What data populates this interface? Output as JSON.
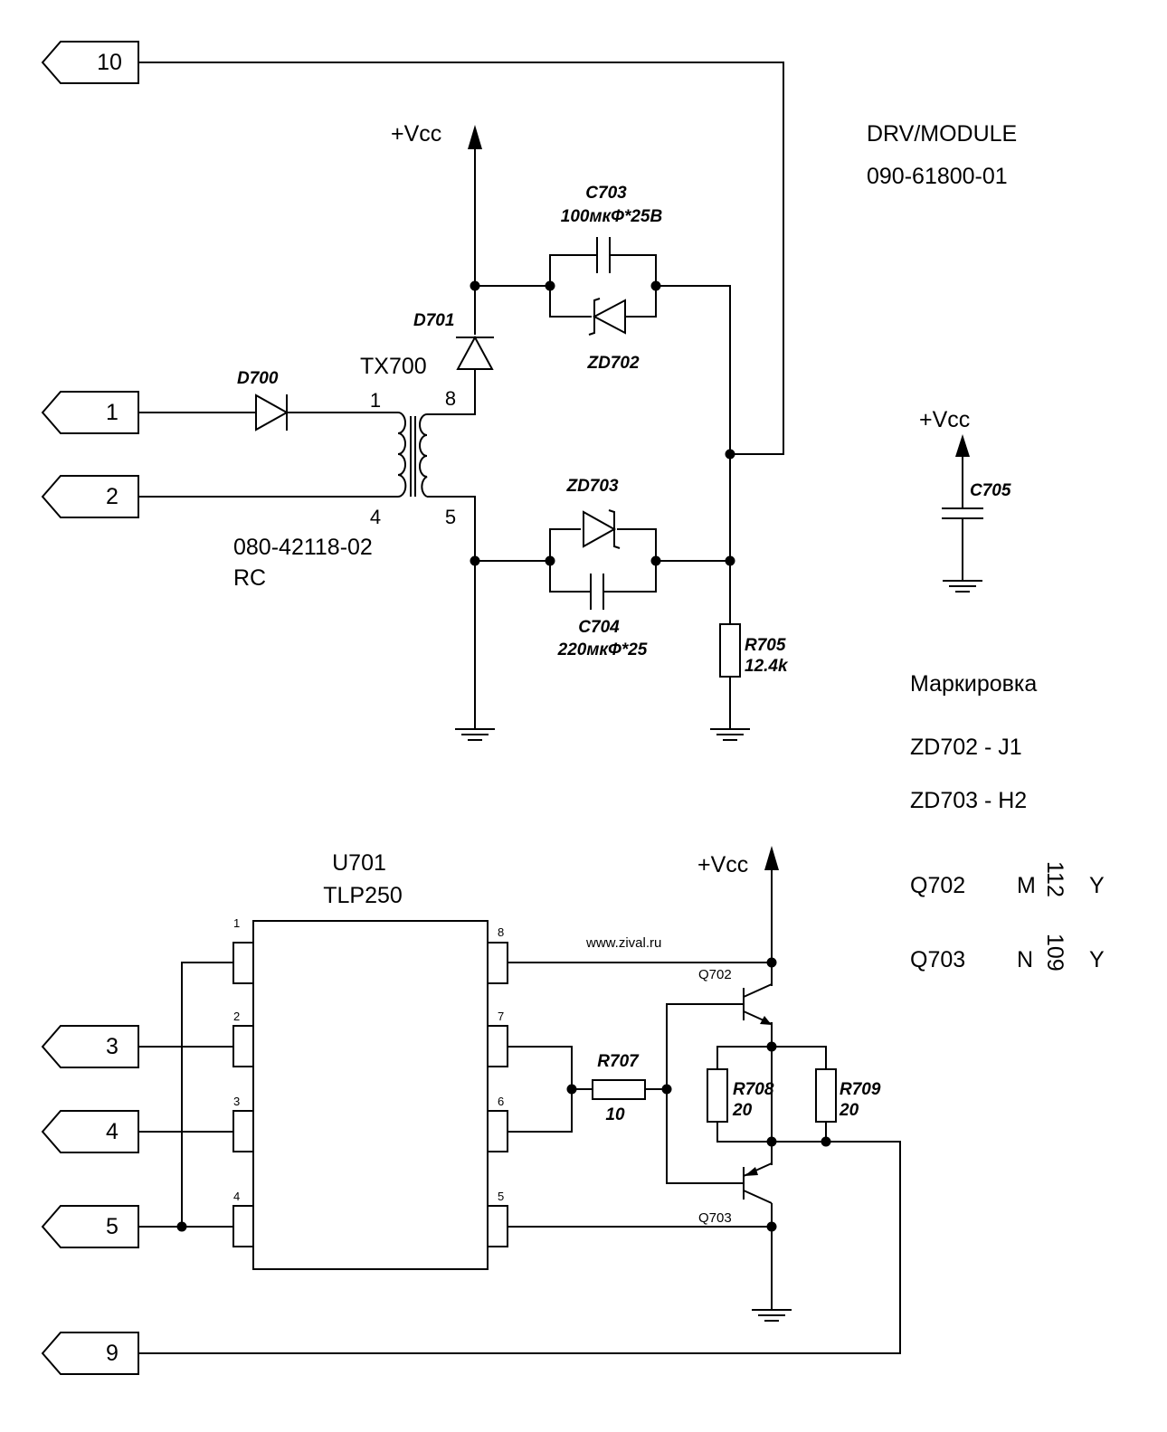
{
  "module": {
    "title": "DRV/MODULE",
    "part_number": "090-61800-01"
  },
  "connectors": {
    "c10": "10",
    "c1": "1",
    "c2": "2",
    "c3": "3",
    "c4": "4",
    "c5": "5",
    "c9": "9"
  },
  "power": {
    "vcc": "+Vcc"
  },
  "transformer": {
    "ref": "TX700",
    "pin1": "1",
    "pin4": "4",
    "pin8": "8",
    "pin5": "5",
    "part": "080-42118-02",
    "note": "RC"
  },
  "components": {
    "d700": "D700",
    "d701": "D701",
    "c703_ref": "C703",
    "c703_val": "100мкФ*25В",
    "zd702": "ZD702",
    "zd703": "ZD703",
    "c704_ref": "C704",
    "c704_val": "220мкФ*25",
    "r705_ref": "R705",
    "r705_val": "12.4k",
    "c705": "C705",
    "r707_ref": "R707",
    "r707_val": "10",
    "r708_ref": "R708",
    "r708_val": "20",
    "r709_ref": "R709",
    "r709_val": "20",
    "q702": "Q702",
    "q703": "Q703"
  },
  "ic": {
    "ref": "U701",
    "part": "TLP250",
    "pins": [
      "1",
      "2",
      "3",
      "4",
      "5",
      "6",
      "7",
      "8"
    ]
  },
  "website": "www.zival.ru",
  "marking": {
    "title": "Маркировка",
    "zd702_line": "ZD702 - J1",
    "zd703_line": "ZD703 - H2",
    "q702": {
      "ref": "Q702",
      "a": "M",
      "code": "112",
      "b": "Y"
    },
    "q703": {
      "ref": "Q703",
      "a": "N",
      "code": "109",
      "b": "Y"
    }
  }
}
